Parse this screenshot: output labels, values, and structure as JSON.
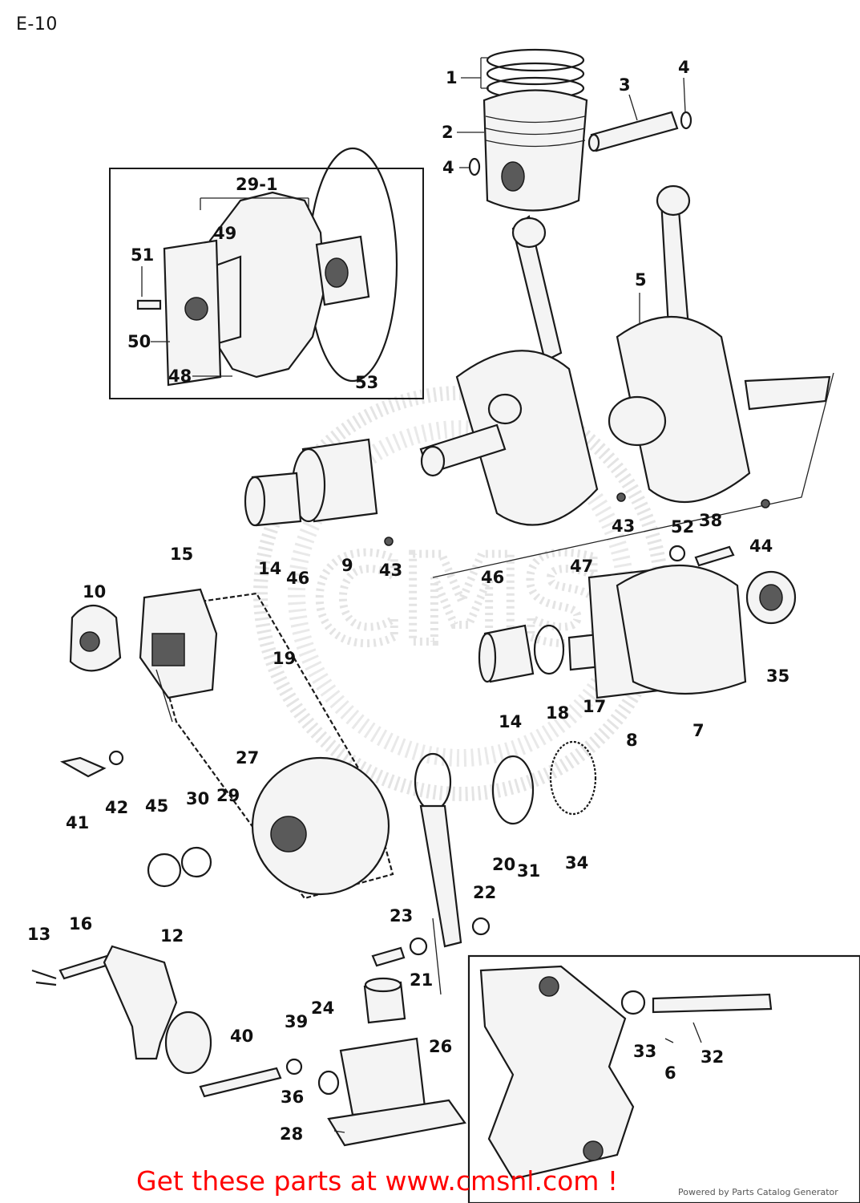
{
  "page": {
    "title": "E-10",
    "cta_text": "Get these parts at www.cmsnl.com !",
    "powered_by": "Powered by Parts Catalog Generator"
  },
  "colors": {
    "cta": "#ff0000",
    "line": "#1a1a1a",
    "watermark": "#cfcfcf"
  },
  "watermark_text": "CMS",
  "callouts": [
    {
      "id": "c1",
      "text": "1"
    },
    {
      "id": "c2",
      "text": "2"
    },
    {
      "id": "c3",
      "text": "3"
    },
    {
      "id": "c4a",
      "text": "4"
    },
    {
      "id": "c4b",
      "text": "4"
    },
    {
      "id": "c29-1",
      "text": "29-1"
    },
    {
      "id": "c51",
      "text": "51"
    },
    {
      "id": "c49",
      "text": "49"
    },
    {
      "id": "c50",
      "text": "50"
    },
    {
      "id": "c48",
      "text": "48"
    },
    {
      "id": "c53",
      "text": "53"
    },
    {
      "id": "c5",
      "text": "5"
    },
    {
      "id": "c43a",
      "text": "43"
    },
    {
      "id": "c43b",
      "text": "43"
    },
    {
      "id": "c44",
      "text": "44"
    },
    {
      "id": "c52",
      "text": "52"
    },
    {
      "id": "c38",
      "text": "38"
    },
    {
      "id": "c14a",
      "text": "14"
    },
    {
      "id": "c46a",
      "text": "46"
    },
    {
      "id": "c9",
      "text": "9"
    },
    {
      "id": "c15",
      "text": "15"
    },
    {
      "id": "c10",
      "text": "10"
    },
    {
      "id": "c19",
      "text": "19"
    },
    {
      "id": "c46b",
      "text": "46"
    },
    {
      "id": "c47",
      "text": "47"
    },
    {
      "id": "c35",
      "text": "35"
    },
    {
      "id": "c14b",
      "text": "14"
    },
    {
      "id": "c18",
      "text": "18"
    },
    {
      "id": "c17",
      "text": "17"
    },
    {
      "id": "c8",
      "text": "8"
    },
    {
      "id": "c7",
      "text": "7"
    },
    {
      "id": "c27",
      "text": "27"
    },
    {
      "id": "c29",
      "text": "29"
    },
    {
      "id": "c41",
      "text": "41"
    },
    {
      "id": "c42",
      "text": "42"
    },
    {
      "id": "c45",
      "text": "45"
    },
    {
      "id": "c30",
      "text": "30"
    },
    {
      "id": "c20",
      "text": "20"
    },
    {
      "id": "c31",
      "text": "31"
    },
    {
      "id": "c34",
      "text": "34"
    },
    {
      "id": "c22",
      "text": "22"
    },
    {
      "id": "c23",
      "text": "23"
    },
    {
      "id": "c21",
      "text": "21"
    },
    {
      "id": "c13",
      "text": "13"
    },
    {
      "id": "c16",
      "text": "16"
    },
    {
      "id": "c12",
      "text": "12"
    },
    {
      "id": "c24",
      "text": "24"
    },
    {
      "id": "c26",
      "text": "26"
    },
    {
      "id": "c39",
      "text": "39"
    },
    {
      "id": "c40",
      "text": "40"
    },
    {
      "id": "c36",
      "text": "36"
    },
    {
      "id": "c28",
      "text": "28"
    },
    {
      "id": "c33",
      "text": "33"
    },
    {
      "id": "c32",
      "text": "32"
    },
    {
      "id": "c6",
      "text": "6"
    }
  ]
}
